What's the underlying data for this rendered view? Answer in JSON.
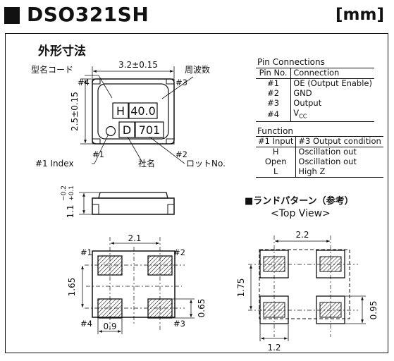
{
  "header": {
    "title": "DSO321SH",
    "unit": "[mm]"
  },
  "section_title": "外形寸法",
  "top_view": {
    "width_dim": "3.2±0.15",
    "height_dim": "2.5±0.15",
    "label_model": "型名コード",
    "label_freq": "周波数",
    "label_index": "#1 Index",
    "label_company": "社名",
    "label_lot": "ロットNo.",
    "marking_h": "H",
    "marking_freq": "40.0",
    "marking_d": "D",
    "marking_lot": "701",
    "pin1": "#1",
    "pin2": "#2",
    "pin3": "#3",
    "pin4": "#4"
  },
  "side_view": {
    "height_dim": "1.1",
    "tol_plus": "+0.1",
    "tol_minus": "−0.2"
  },
  "bottom_view": {
    "pitch_x": "2.1",
    "pitch_y": "1.65",
    "pad_w": "0.9",
    "pad_h": "0.65",
    "pin1": "#1",
    "pin2": "#2",
    "pin3": "#3",
    "pin4": "#4"
  },
  "land_pattern": {
    "title": "■ランドパターン（参考）",
    "subtitle": "<Top View>",
    "pitch_x": "2.2",
    "pitch_y": "1.75",
    "pad_w": "1.2",
    "pad_h": "0.95"
  },
  "pin_connections": {
    "caption": "Pin Connections",
    "header": [
      "Pin No.",
      "Connection"
    ],
    "rows": [
      [
        "#1",
        "OE (Output Enable)"
      ],
      [
        "#2",
        "GND"
      ],
      [
        "#3",
        "Output"
      ],
      [
        "#4",
        "V",
        "CC"
      ]
    ]
  },
  "function": {
    "caption": "Function",
    "header": [
      "#1 Input",
      "#3 Output condition"
    ],
    "rows": [
      [
        "H",
        "Oscillation out"
      ],
      [
        "Open",
        "Oscillation out"
      ],
      [
        "L",
        "High Z"
      ]
    ]
  }
}
